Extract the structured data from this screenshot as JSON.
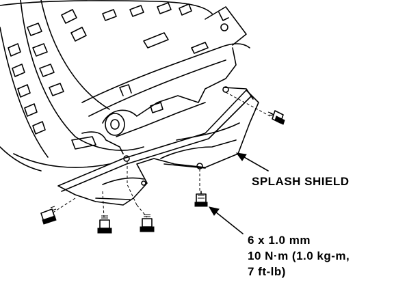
{
  "callouts": {
    "splash_shield": "SPLASH SHIELD",
    "bolt_size": "6 x 1.0 mm",
    "torque_nm": "10 N·m (1.0 kg-m,",
    "torque_ftlb": "7 ft-lb)"
  },
  "colors": {
    "ink": "#000000",
    "paper": "#ffffff"
  }
}
